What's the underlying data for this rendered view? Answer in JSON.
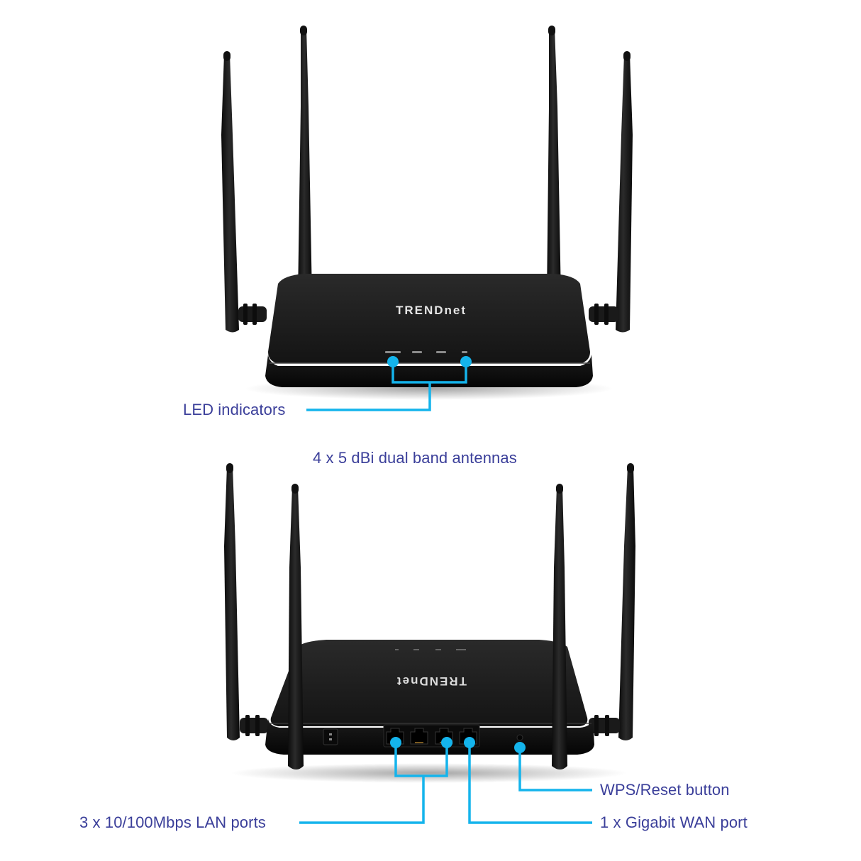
{
  "product": {
    "brand": "TRENDnet",
    "logo_front": "TRENDnet",
    "logo_back_mirrored": "TRENDnet"
  },
  "callouts": {
    "led_indicators": "LED indicators",
    "antennas": "4 x 5 dBi dual band antennas",
    "lan_ports": "3 x 10/100Mbps LAN ports",
    "wps_reset": "WPS/Reset button",
    "wan_port": "1 x Gigabit WAN port"
  },
  "colors": {
    "callout_line": "#14b4ec",
    "caption_text": "#3b3f9a",
    "router_body": "#151515",
    "background": "#ffffff"
  }
}
